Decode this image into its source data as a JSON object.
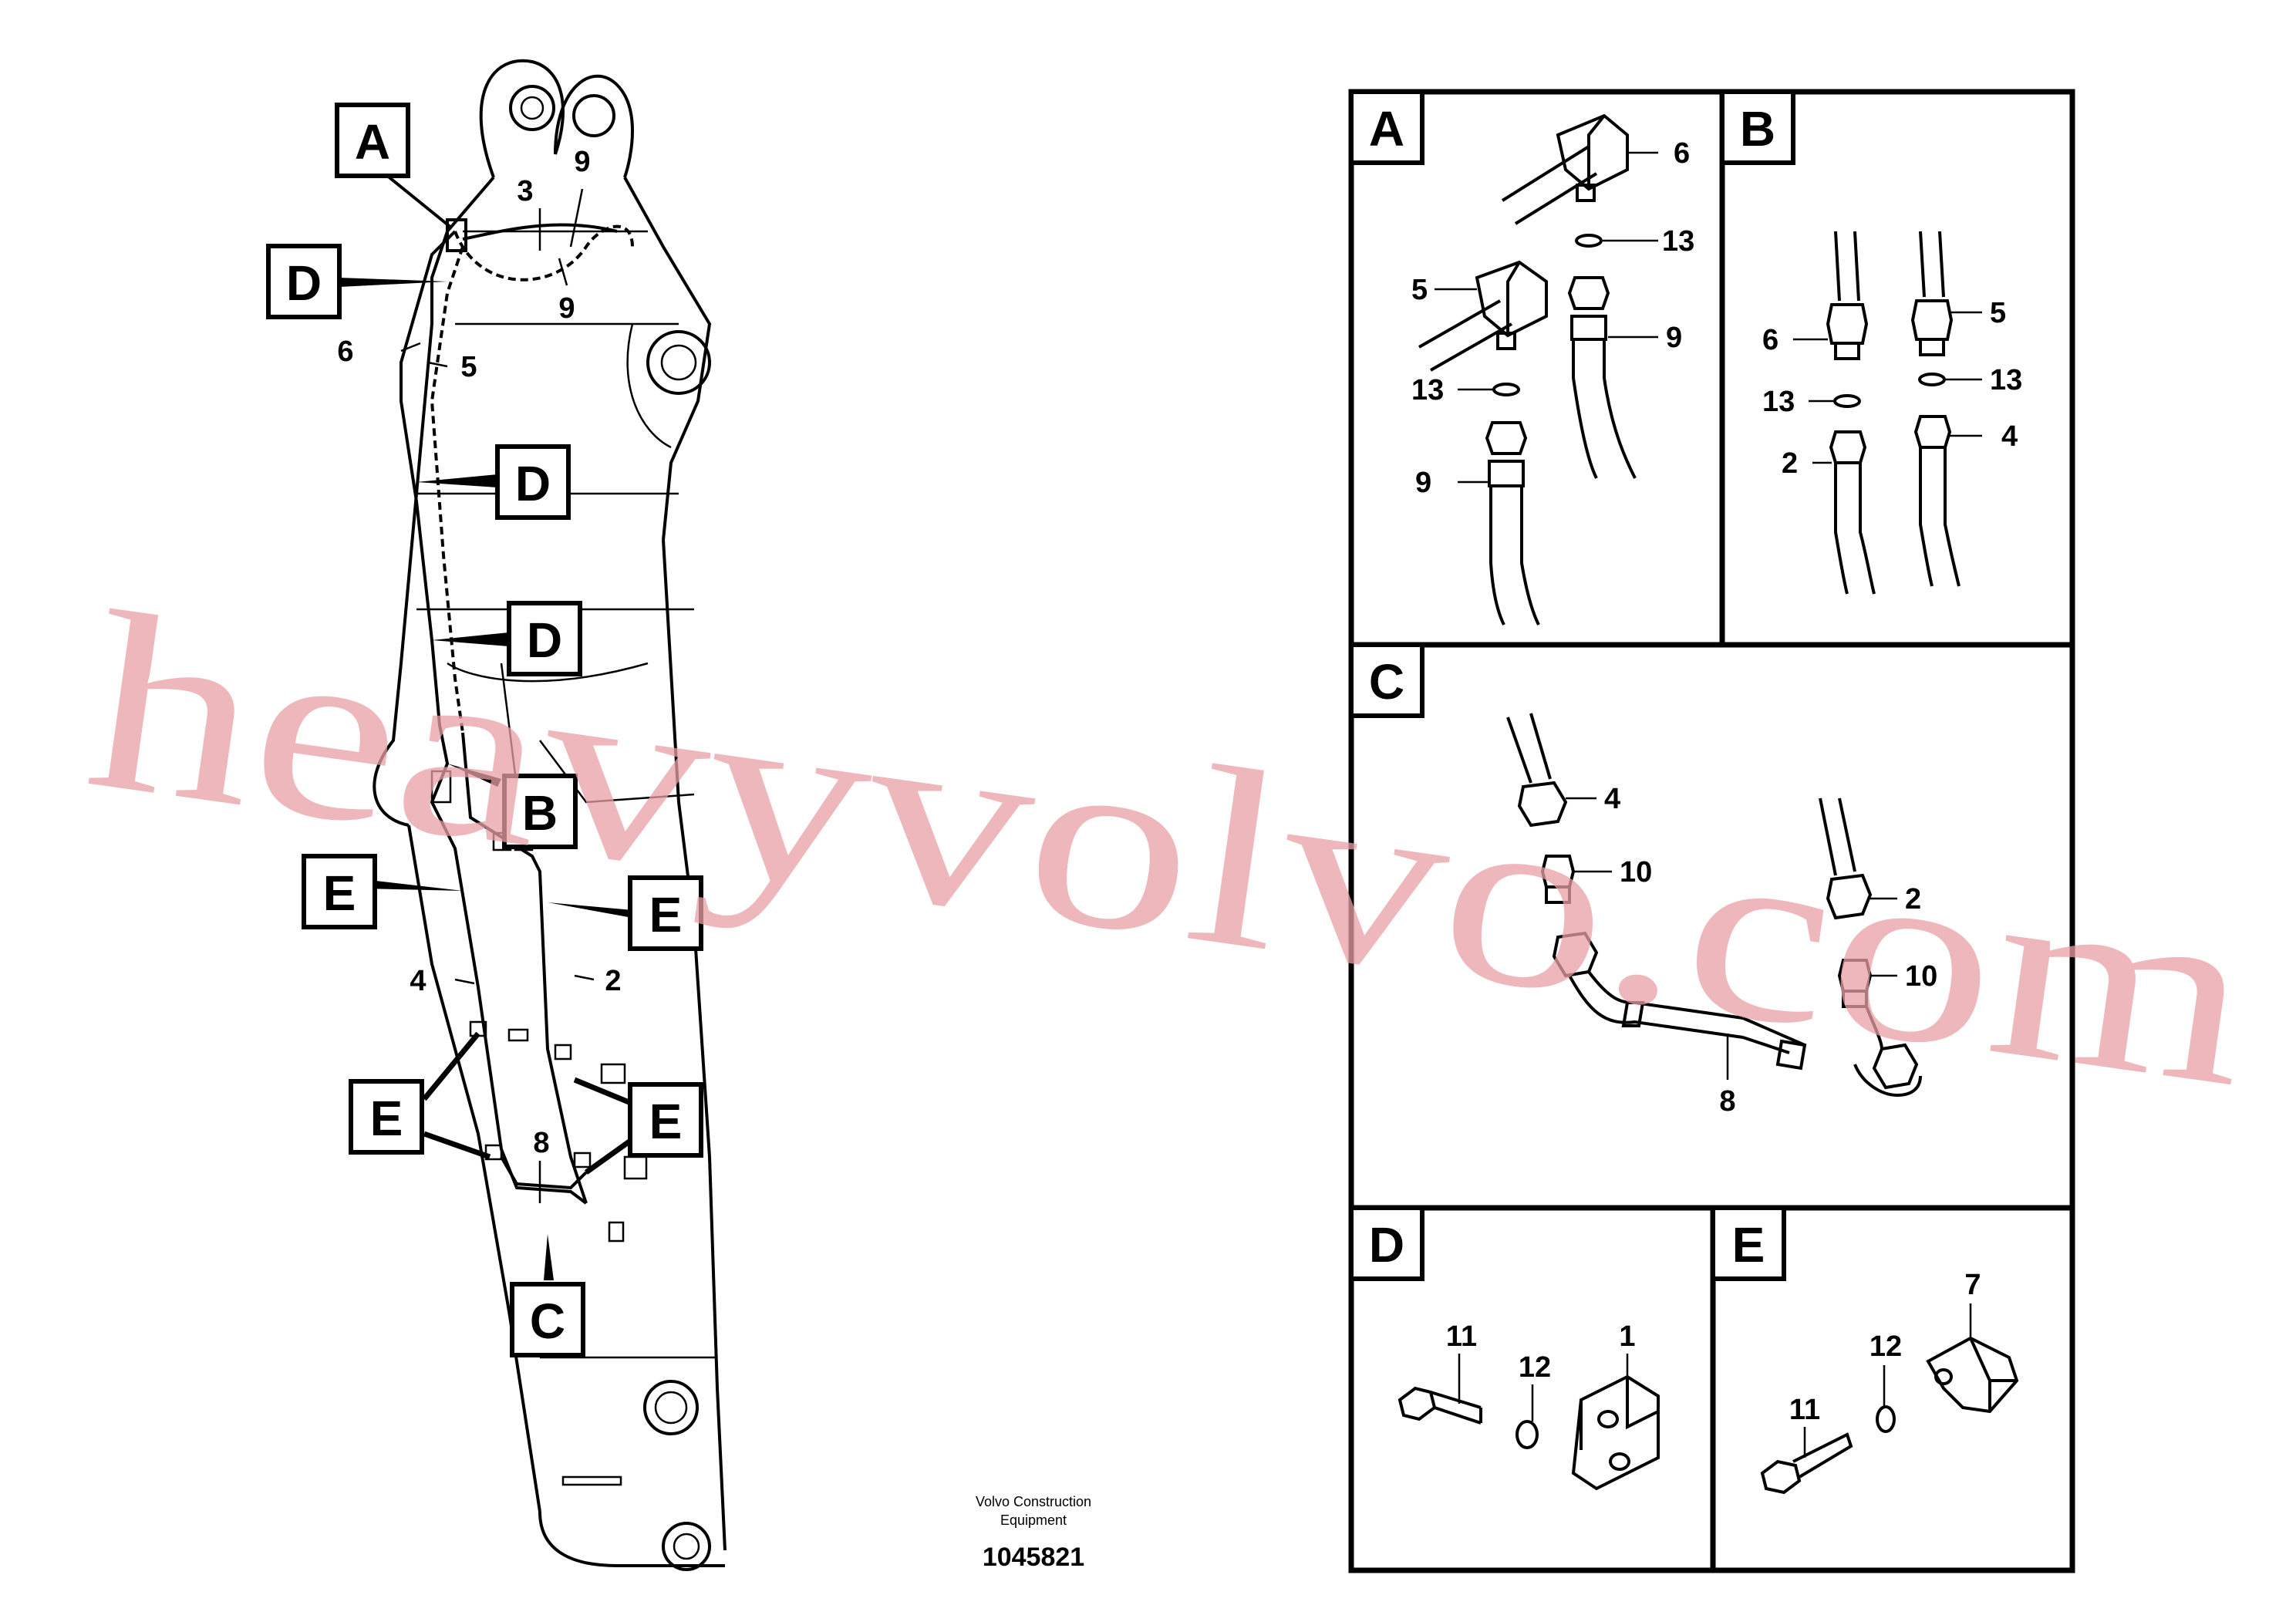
{
  "diagram": {
    "callouts_main": {
      "A": "A",
      "B": "B",
      "C": "C",
      "D1": "D",
      "D2": "D",
      "D3": "D",
      "E1": "E",
      "E2": "E",
      "E3": "E",
      "E4": "E"
    },
    "numbers_main": {
      "n3": "3",
      "n9a": "9",
      "n9b": "9",
      "n6": "6",
      "n5": "5",
      "n4": "4",
      "n2": "2",
      "n8": "8"
    },
    "panel_A": {
      "title": "A",
      "labels": [
        "6",
        "13",
        "5",
        "9",
        "13",
        "9"
      ]
    },
    "panel_B": {
      "title": "B",
      "labels": [
        "6",
        "5",
        "13",
        "13",
        "2",
        "4"
      ]
    },
    "panel_C": {
      "title": "C",
      "labels": [
        "4",
        "10",
        "2",
        "10",
        "8"
      ]
    },
    "panel_D": {
      "title": "D",
      "labels": [
        "11",
        "12",
        "1"
      ]
    },
    "panel_E": {
      "title": "E",
      "labels": [
        "7",
        "12",
        "11"
      ]
    },
    "footer": {
      "line1": "Volvo Construction",
      "line2": "Equipment",
      "id": "1045821"
    },
    "watermark": "heavyvolvo.com"
  }
}
